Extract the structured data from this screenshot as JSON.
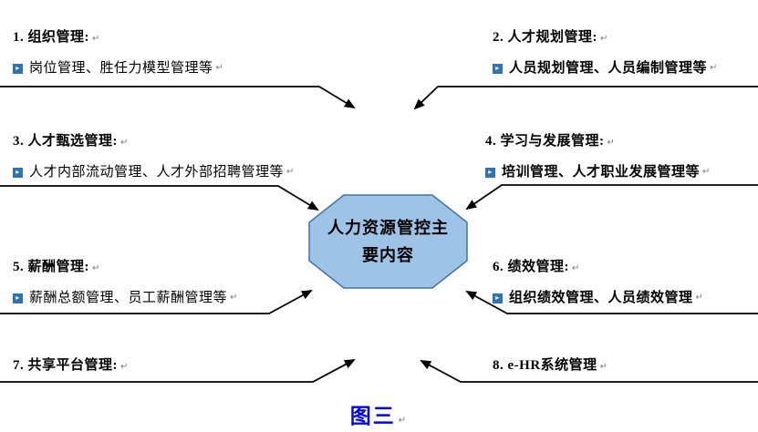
{
  "center": {
    "line1": "人力资源管控主",
    "line2": "要内容"
  },
  "caption": "图三",
  "marks": {
    "return": "↵"
  },
  "items": [
    {
      "title": "1. 组织管理:",
      "sub": "岗位管理、胜任力模型管理等"
    },
    {
      "title": "2. 人才规划管理:",
      "sub": "人员规划管理、人员编制管理等"
    },
    {
      "title": "3. 人才甄选管理:",
      "sub": "人才内部流动管理、人才外部招聘管理等"
    },
    {
      "title": "4. 学习与发展管理:",
      "sub": "培训管理、人才职业发展管理等"
    },
    {
      "title": "5. 薪酬管理:",
      "sub": "薪酬总额管理、员工薪酬管理等"
    },
    {
      "title": "6. 绩效管理:",
      "sub": "组织绩效管理、人员绩效管理"
    },
    {
      "title": "7. 共享平台管理:"
    },
    {
      "title": "8.  e-HR系统管理"
    }
  ],
  "colors": {
    "octagon-fill": "#9DC3E6",
    "octagon-stroke": "#4472A8",
    "caption-color": "#0000FF",
    "bullet-color": "#2E74B5",
    "line-color": "#000000"
  }
}
